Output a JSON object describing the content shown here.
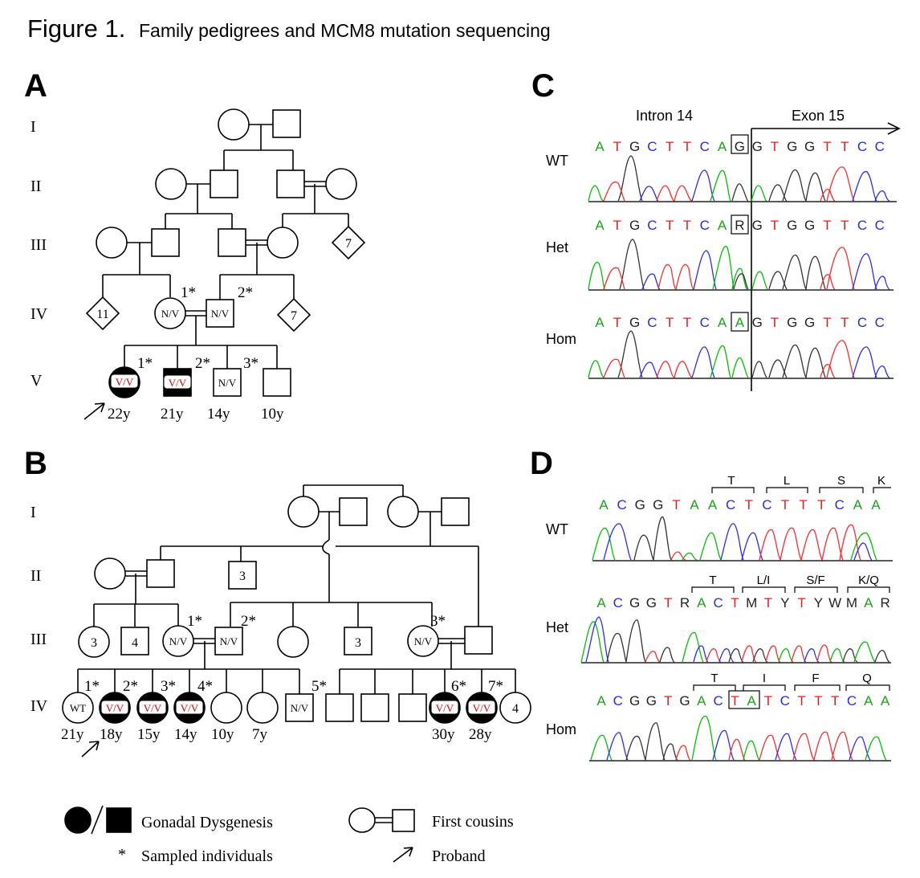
{
  "title": {
    "prefix": "Figure 1.",
    "text": "Family pedigrees and MCM8 mutation sequencing"
  },
  "panels": {
    "a": "A",
    "b": "B",
    "c": "C",
    "d": "D"
  },
  "generations": {
    "g1": "I",
    "g2": "II",
    "g3": "III",
    "g4": "IV",
    "g5": "V"
  },
  "genotypes": {
    "nv": "N/V",
    "vv": "V/V",
    "wt": "WT"
  },
  "pedigree_a": {
    "counts": {
      "c7a": "7",
      "c11": "11",
      "c7b": "7"
    },
    "sample_ids": {
      "iv1": "1*",
      "iv2": "2*",
      "v1": "1*",
      "v2": "2*",
      "v3": "3*"
    },
    "ages": {
      "v1": "22y",
      "v2": "21y",
      "v3": "14y",
      "v4": "10y"
    }
  },
  "pedigree_b": {
    "counts": {
      "ii3": "3",
      "iii3a": "3",
      "iii4": "4",
      "iii3b": "3",
      "iv4": "4"
    },
    "sample_ids": {
      "iii1": "1*",
      "iii2": "2*",
      "iii3": "3*",
      "iv1": "1*",
      "iv2": "2*",
      "iv3": "3*",
      "iv4": "4*",
      "iv5": "5*",
      "iv6": "6*",
      "iv7": "7*"
    },
    "ages": {
      "a1": "21y",
      "a2": "18y",
      "a3": "15y",
      "a4": "14y",
      "a5": "10y",
      "a6": "7y",
      "a7": "30y",
      "a8": "28y"
    }
  },
  "panel_c": {
    "region_labels": {
      "intron": "Intron 14",
      "exon": "Exon 15"
    },
    "rows": [
      {
        "label": "WT",
        "bases": [
          "A",
          "T",
          "G",
          "C",
          "T",
          "T",
          "C",
          "A",
          "G",
          "G",
          "T",
          "G",
          "G",
          "T",
          "T",
          "C",
          "C"
        ],
        "boxed_index": 8
      },
      {
        "label": "Het",
        "bases": [
          "A",
          "T",
          "G",
          "C",
          "T",
          "T",
          "C",
          "A",
          "R",
          "G",
          "T",
          "G",
          "G",
          "T",
          "T",
          "C",
          "C"
        ],
        "boxed_index": 8
      },
      {
        "label": "Hom",
        "bases": [
          "A",
          "T",
          "G",
          "C",
          "T",
          "T",
          "C",
          "A",
          "A",
          "G",
          "T",
          "G",
          "G",
          "T",
          "T",
          "C",
          "C"
        ],
        "boxed_index": 8
      }
    ]
  },
  "panel_d": {
    "rows": [
      {
        "label": "WT",
        "codons": [
          "T",
          "L",
          "S",
          "K"
        ],
        "bases": [
          "A",
          "C",
          "G",
          "G",
          "T",
          "A",
          "A",
          "C",
          "T",
          "C",
          "T",
          "T",
          "T",
          "C",
          "A",
          "A"
        ]
      },
      {
        "label": "Het",
        "codons": [
          "T",
          "L/I",
          "S/F",
          "K/Q"
        ],
        "bases": [
          "A",
          "C",
          "G",
          "G",
          "T",
          "R",
          "A",
          "C",
          "T",
          "M",
          "T",
          "Y",
          "T",
          "Y",
          "W",
          "M",
          "A",
          "R"
        ]
      },
      {
        "label": "Hom",
        "codons": [
          "T",
          "I",
          "F",
          "Q"
        ],
        "bases": [
          "A",
          "C",
          "G",
          "G",
          "T",
          "G",
          "A",
          "C",
          "T",
          "A",
          "T",
          "C",
          "T",
          "T",
          "T",
          "C",
          "A",
          "A"
        ]
      }
    ]
  },
  "legend": {
    "affected": "Gonadal Dysgenesis",
    "sampled_mark": "*",
    "sampled": "Sampled individuals",
    "cousins": "First cousins",
    "proband": "Proband"
  },
  "colors": {
    "A": "#19a319",
    "C": "#2b2bd8",
    "G": "#222222",
    "T": "#e02020",
    "ambiguous": "#222222",
    "genotype_v": "#d40000"
  }
}
